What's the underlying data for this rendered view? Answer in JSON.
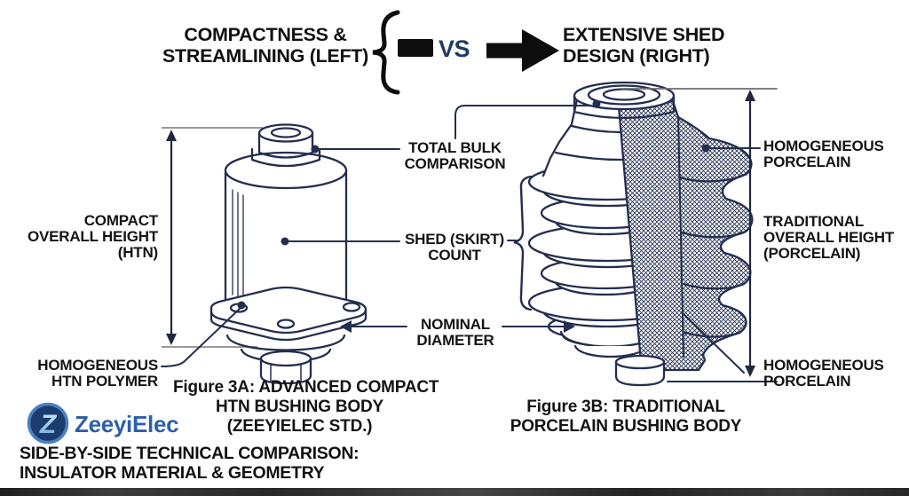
{
  "header": {
    "left_title": {
      "lines": [
        "COMPACTNESS &",
        "STREAMLINING (LEFT)"
      ]
    },
    "vs_label": "VS",
    "right_title": {
      "lines": [
        "EXTENSIVE SHED",
        "DESIGN (RIGHT)"
      ]
    }
  },
  "left_figure": {
    "callouts": {
      "compact_height": {
        "lines": [
          "COMPACT",
          "OVERALL HEIGHT",
          "(HTN)"
        ]
      },
      "homogeneous_polymer": {
        "lines": [
          "HOMOGENEOUS",
          "HTN POLYMER"
        ]
      }
    },
    "caption": {
      "lines": [
        "Figure 3A: ADVANCED COMPACT",
        "HTN BUSHING BODY",
        "(ZEEYIELEC STD.)"
      ]
    }
  },
  "center_callouts": {
    "total_bulk": {
      "lines": [
        "TOTAL BULK",
        "COMPARISON"
      ]
    },
    "shed_count": {
      "lines": [
        "SHED (SKIRT)",
        "COUNT"
      ]
    },
    "nominal_diameter": {
      "lines": [
        "NOMINAL",
        "DIAMETER"
      ]
    }
  },
  "right_figure": {
    "callouts": {
      "homogeneous_porcelain_top": {
        "lines": [
          "HOMOGENEOUS",
          "PORCELAIN"
        ]
      },
      "traditional_height": {
        "lines": [
          "TRADITIONAL",
          "OVERALL HEIGHT",
          "(PORCELAIN)"
        ]
      },
      "homogeneous_porcelain_bottom": {
        "lines": [
          "HOMOGENEOUS",
          "PORCELAIN"
        ]
      }
    },
    "caption": {
      "lines": [
        "Figure 3B: TRADITIONAL",
        "PORCELAIN BUSHING BODY"
      ]
    }
  },
  "branding": {
    "logo_letter": "Z",
    "logo_text": "ZeeyiElec"
  },
  "footer": {
    "lines": [
      "SIDE-BY-SIDE TECHNICAL COMPARISON:",
      "INSULATOR MATERIAL & GEOMETRY"
    ]
  },
  "colors": {
    "line_navy": "#242e50",
    "vs_navy": "#1e3c67",
    "logo_blue": "#2e5fa8",
    "text_black": "#141414",
    "hatch": "#2a3454"
  }
}
